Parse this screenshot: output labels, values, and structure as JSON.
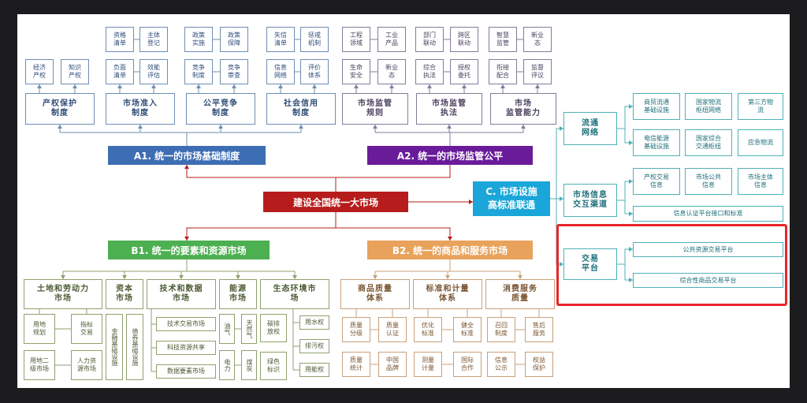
{
  "center": {
    "label": "建设全国统一大市场",
    "color": "#b71c1c"
  },
  "a1": {
    "title": "A1. 统一的市场基础制度",
    "color": "#3d6eb4",
    "groups": [
      {
        "label": "产权保护\n制度",
        "leaves": [
          "经济\n产权",
          "知识\n产权"
        ]
      },
      {
        "label": "市场准入\n制度",
        "leaves": [
          "资格\n清单",
          "主体\n登记",
          "负面\n清单",
          "效能\n评估"
        ]
      },
      {
        "label": "公平竞争\n制度",
        "leaves": [
          "政策\n实施",
          "政策\n保障",
          "竞争\n制度",
          "竞争\n审查"
        ]
      },
      {
        "label": "社会信用\n制度",
        "leaves": [
          "失信\n清单",
          "惩戒\n机制",
          "信息\n网络",
          "评价\n体系"
        ]
      }
    ]
  },
  "a2": {
    "title": "A2. 统一的市场监管公平",
    "color": "#6a1b9a",
    "groups": [
      {
        "label": "市场监管\n规则",
        "leaves": [
          "工程\n领域",
          "工业\n产品",
          "生命\n安全",
          "新业\n态"
        ]
      },
      {
        "label": "市场监管\n执法",
        "leaves": [
          "部门\n联动",
          "跨区\n联动",
          "综合\n执法",
          "授权\n委托"
        ]
      },
      {
        "label": "市场\n监管能力",
        "leaves": [
          "智慧\n监管",
          "新业\n态",
          "衔接\n配合",
          "监督\n评议"
        ]
      }
    ]
  },
  "c": {
    "title_line1": "C. 市场设施",
    "title_line2": "高标准联通",
    "color": "#1aa6d8",
    "groups": [
      {
        "label": "流通\n网络",
        "leaves": [
          "商贸流通\n基础设施",
          "国家物流\n枢纽网络",
          "第三方物\n流",
          "电信能源\n基础设施",
          "国家综合\n交通枢纽",
          "应急物流"
        ]
      },
      {
        "label": "市场信息\n交互渠道",
        "leaves": [
          "产权交易\n信息",
          "市场公共\n信息",
          "市场主体\n信息"
        ],
        "wide": "信息认证平台接口和标准"
      },
      {
        "label": "交易\n平台",
        "leaves": [
          "公共资源交易平台",
          "综合性商品交易平台"
        ]
      }
    ]
  },
  "b1": {
    "title": "B1. 统一的要素和资源市场",
    "color": "#4caf50",
    "groups": [
      {
        "label": "土地和劳动力\n市场",
        "leaves": [
          "用地\n规划",
          "指标\n交易",
          "用地二\n级市场",
          "人力资\n源市场"
        ]
      },
      {
        "label": "资本\n市场",
        "leaves": [
          "金融基础设施",
          "债券基础设施"
        ]
      },
      {
        "label": "技术和数据\n市场",
        "leaves": [
          "技术交易市场",
          "科技资源共享",
          "数据要素市场"
        ]
      },
      {
        "label": "能源\n市场",
        "leaves": [
          "油气",
          "天然气",
          "电力",
          "煤炭"
        ]
      },
      {
        "label": "生态环境市\n场",
        "leaves": [
          "碳排\n放权",
          "用水权",
          "排污权",
          "绿色\n标识",
          "用能权"
        ]
      }
    ]
  },
  "b2": {
    "title": "B2. 统一的商品和服务市场",
    "color": "#e8a25b",
    "groups": [
      {
        "label": "商品质量\n体系",
        "leaves": [
          "质量\n分级",
          "质量\n认证",
          "质量\n统计",
          "中国\n品牌"
        ]
      },
      {
        "label": "标准和计量\n体系",
        "leaves": [
          "优化\n标准",
          "健全\n标准",
          "测量\n计量",
          "国际\n合作"
        ]
      },
      {
        "label": "消费服务\n质量",
        "leaves": [
          "召回\n制度",
          "售后\n服务",
          "信息\n公示",
          "权益\n保护"
        ]
      }
    ]
  }
}
